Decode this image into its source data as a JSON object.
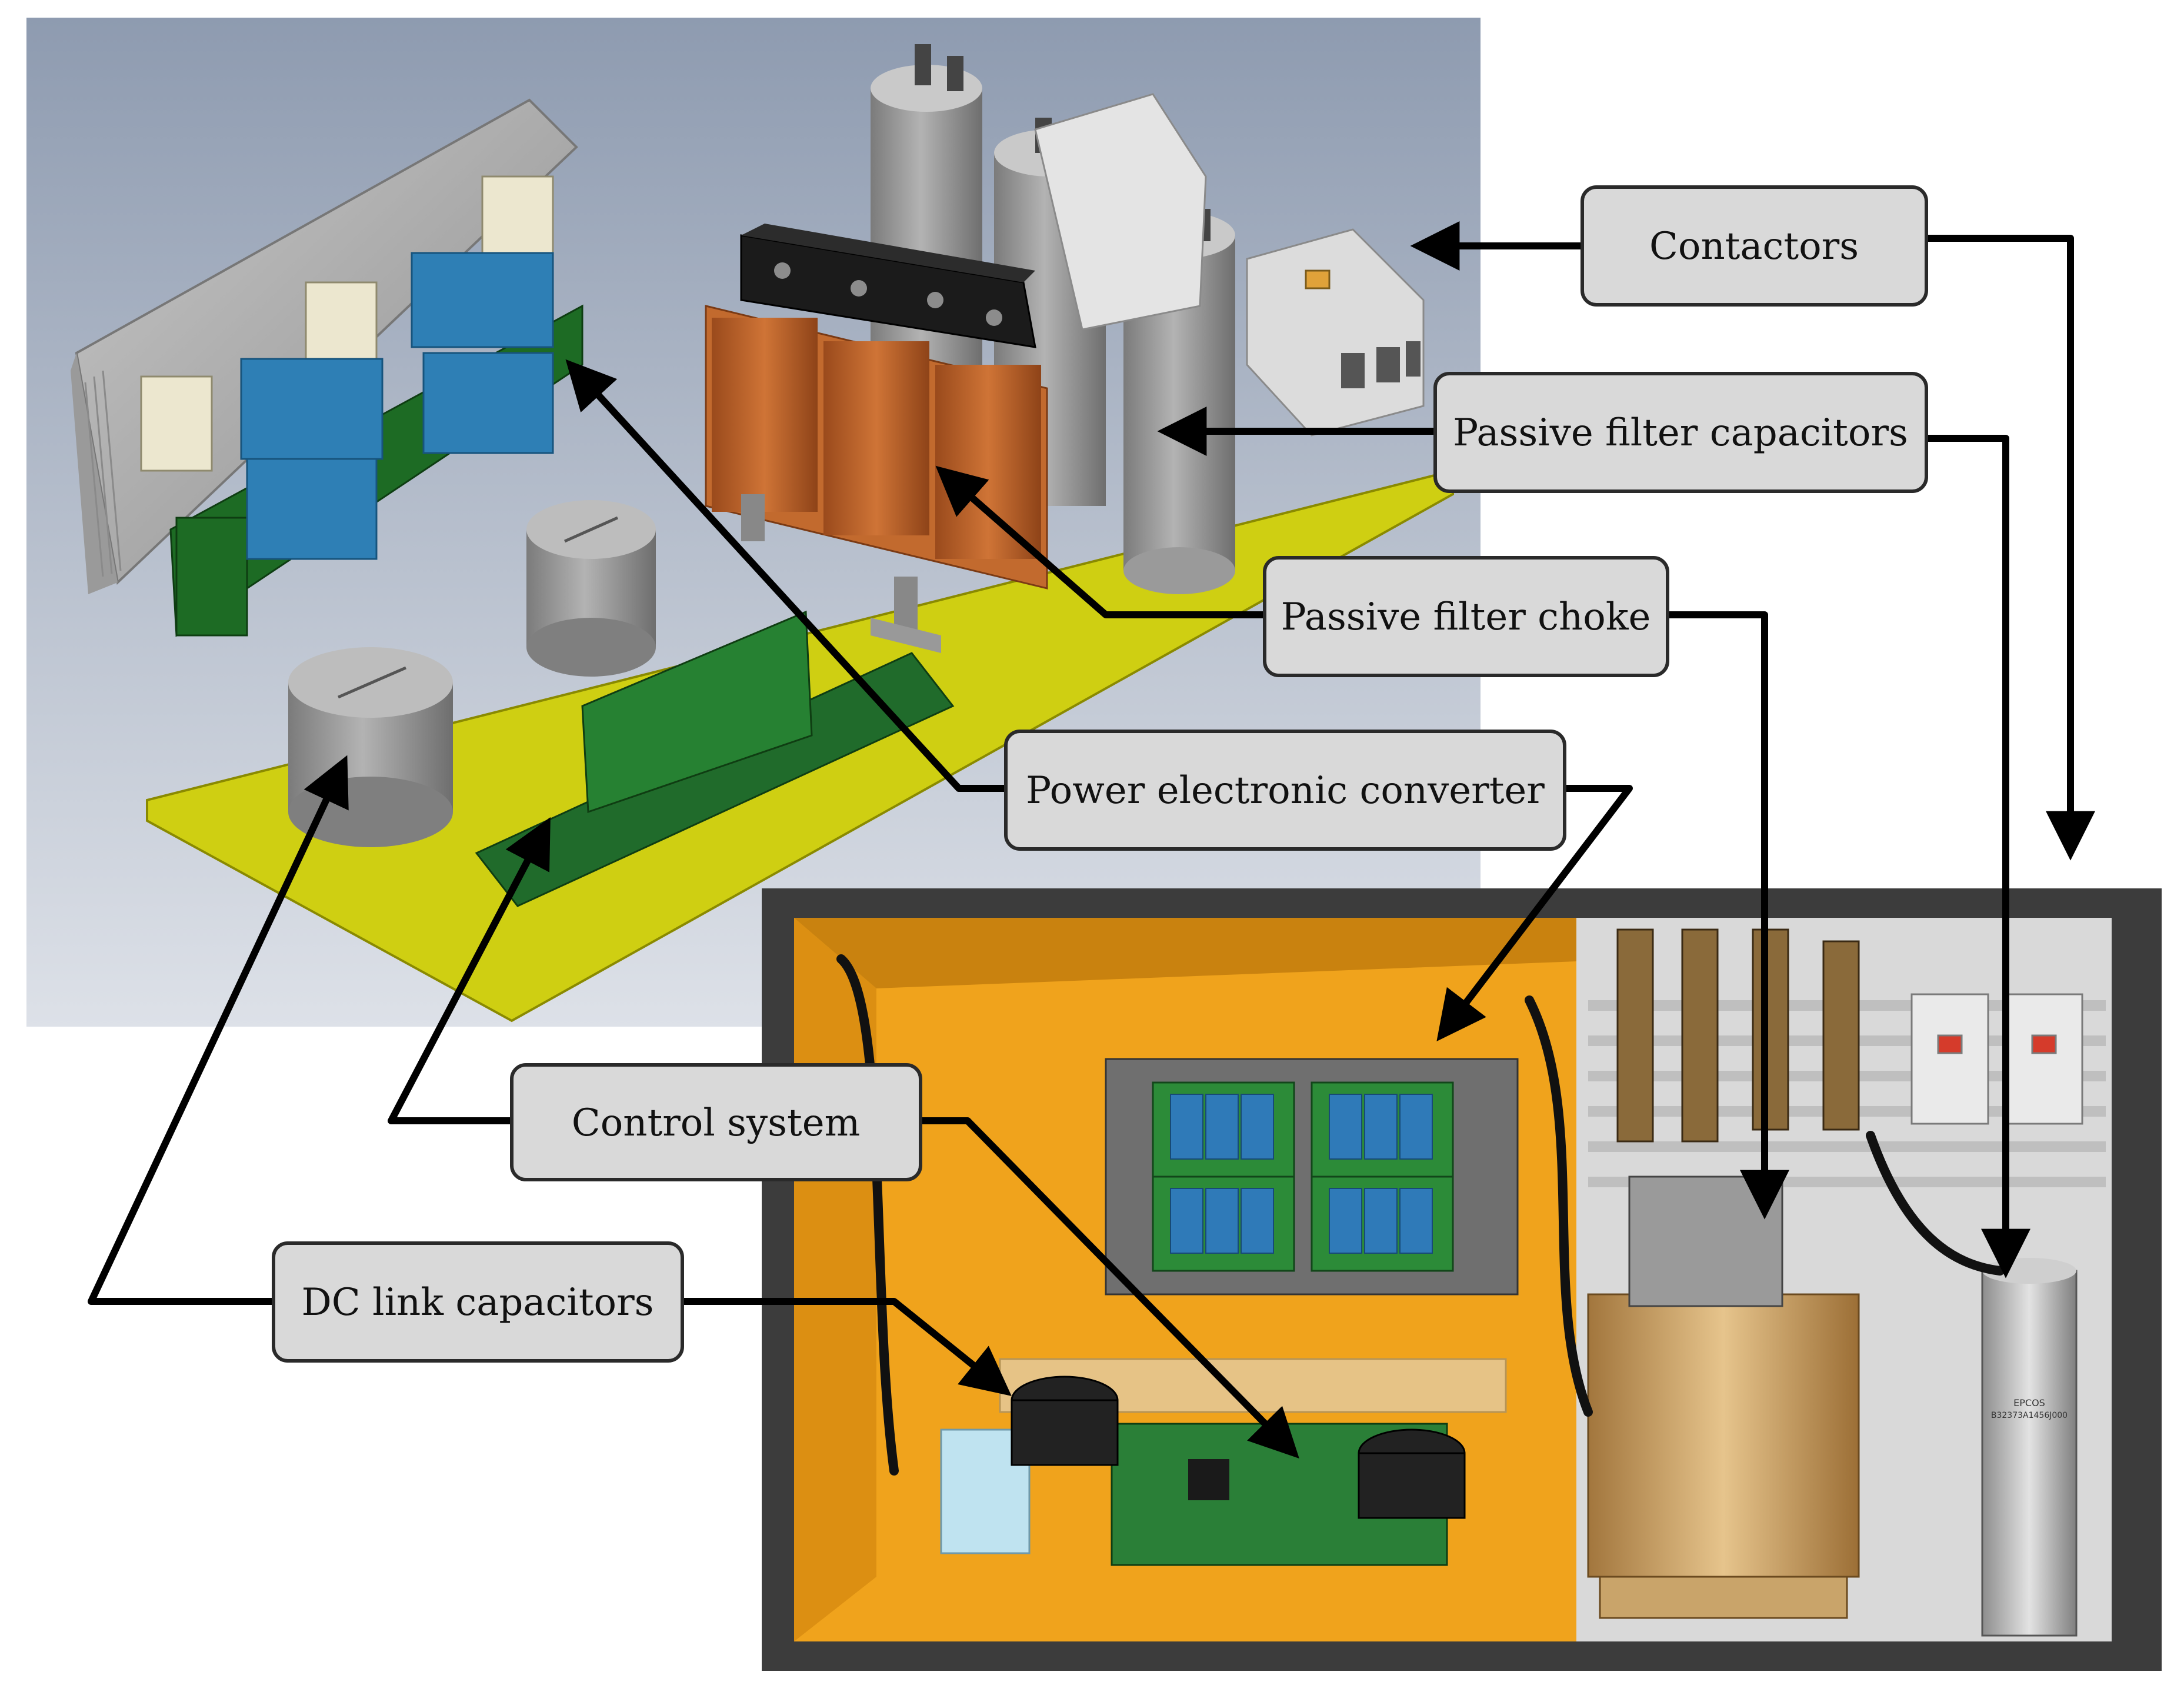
{
  "labels": {
    "contactors": "Contactors",
    "passive_filter_capacitors": "Passive filter capacitors",
    "passive_filter_choke": "Passive filter choke",
    "power_electronic_converter": "Power electronic converter",
    "control_system": "Control system",
    "dc_link_capacitors": "DC link capacitors"
  },
  "cad_model_caps": {
    "dc_link_left": "",
    "dc_link_right": ""
  },
  "colors": {
    "label_fill": "#d9d9d9",
    "label_stroke": "#2a2a2a",
    "arrow": "#000000",
    "cad_background_top": "#9aa5b6",
    "cad_background_bottom": "#dfe3ea",
    "baseplate": "#d9d914",
    "pcb": "#1f6e2a",
    "capacitor_blue": "#2c7fb8",
    "choke_copper": "#c0622a",
    "cabinet_orange": "#f2a81d",
    "cabinet_frame": "#3b3b3b"
  },
  "capacitor_print": {
    "brand": "EPCOS",
    "part": "B32373A1456J000"
  }
}
